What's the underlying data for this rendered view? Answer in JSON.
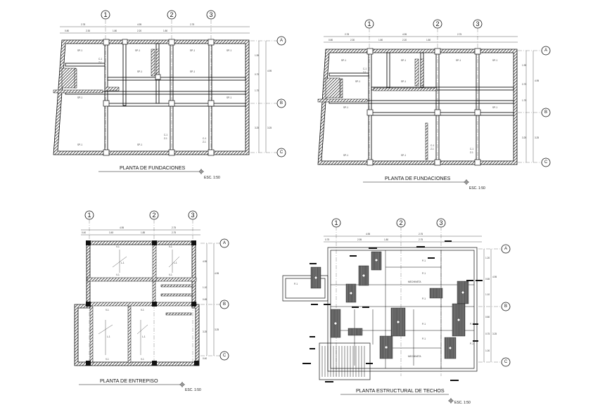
{
  "drawings": [
    {
      "id": "fund-1",
      "title": "PLANTA DE FUNDACIONES",
      "scale": "ESC. 1:50",
      "col_axes": [
        "1",
        "2",
        "3"
      ],
      "row_axes": [
        "A",
        "B",
        "C"
      ],
      "dims_top": [
        "2.78",
        "4.95",
        "2.75"
      ],
      "dims_top_sub": [
        "0.80",
        "2.30",
        "1.80",
        "2.20",
        "1.80"
      ],
      "dims_side": [
        "4.95",
        "3.25"
      ],
      "dims_side_sub": [
        "1.95",
        "0.75",
        "1.75",
        "3.25"
      ],
      "beam_labels": [
        "SP-1",
        "SP-1",
        "SP-1",
        "SP-1",
        "SP-1",
        "SP-1",
        "SP-1",
        "SP-1",
        "SP-1",
        "SP-1"
      ],
      "footing_labels": [
        "C-1",
        "Z-1",
        "C-1",
        "Z-1",
        "C-1",
        "Z-1"
      ]
    },
    {
      "id": "fund-2",
      "title": "PLANTA DE FUNDACIONES",
      "scale": "ESC. 1:50",
      "col_axes": [
        "1",
        "2",
        "3"
      ],
      "row_axes": [
        "A",
        "B",
        "C"
      ],
      "dims_top": [
        "2.78",
        "4.95",
        "2.75"
      ],
      "dims_top_sub": [
        "0.80",
        "2.30",
        "1.80",
        "2.20",
        "1.80"
      ],
      "dims_side": [
        "4.95",
        "3.25"
      ],
      "dims_side_sub": [
        "1.95",
        "0.75",
        "1.75",
        "3.25"
      ],
      "beam_labels": [
        "SP-1",
        "SP-1",
        "SP-1",
        "SP-1",
        "SP-1",
        "SP-1",
        "SP-1",
        "SP-1",
        "SP-1",
        "SP-1"
      ],
      "footing_labels": [
        "C-1",
        "Z-1",
        "C-1",
        "Z-1",
        "C-1",
        "Z-1"
      ]
    },
    {
      "id": "entrepiso",
      "title": "PLANTA DE  ENTREPISO",
      "scale": "ESC. 1:50",
      "col_axes": [
        "1",
        "2",
        "3"
      ],
      "row_axes": [
        "A",
        "B",
        "C"
      ],
      "dims_top": [
        "4.95",
        "2.75"
      ],
      "dims_top_sub": [
        "0.40",
        "3.45",
        "1.85",
        "2.75"
      ],
      "dims_side": [
        "4.95",
        "3.25"
      ],
      "dims_side_sub": [
        "4.95",
        "1.10",
        "0.65",
        "3.25",
        "0.40"
      ],
      "beam_labels": [
        "V-1",
        "V-1",
        "V-1",
        "V-1",
        "V-1",
        "V-1",
        "V-1",
        "V-1"
      ],
      "footing_labels": [
        "L-1",
        "L-1",
        "L-1",
        "L-1"
      ]
    },
    {
      "id": "techos",
      "title": "PLANTA ESTRUCTURAL DE TECHOS",
      "scale": "ESC. 1:50",
      "col_axes": [
        "1",
        "2",
        "3"
      ],
      "row_axes": [
        "A",
        "B",
        "C"
      ],
      "dims_top": [
        "4.95",
        "2.75"
      ],
      "dims_top_sub": [
        "0.75",
        "2.95",
        "1.80",
        "2.75"
      ],
      "dims_side": [
        "4.95",
        "3.25"
      ],
      "dims_side_sub": [
        "1.20",
        "0.65",
        "1.10",
        "0.80",
        "0.75",
        "1.00"
      ],
      "beam_labels": [
        "P-1",
        "P-1",
        "P-1",
        "P-1",
        "P-1",
        "P-1",
        "P-1",
        "P-1"
      ],
      "notes": [
        "MECHINETA",
        "MECHINETA"
      ]
    }
  ]
}
